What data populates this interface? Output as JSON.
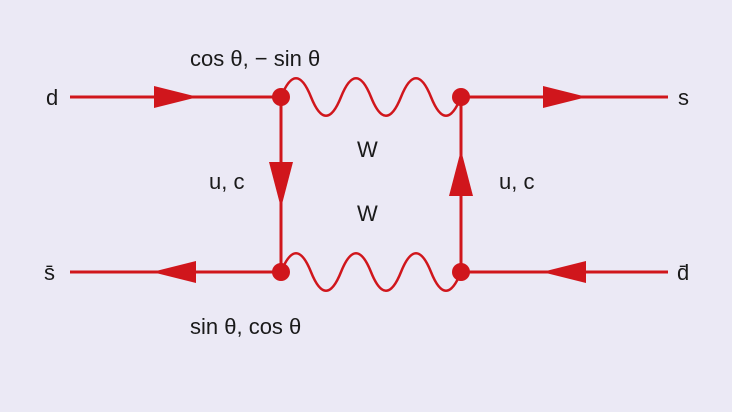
{
  "diagram": {
    "title": "Box diagram for K0 mixing",
    "colors": {
      "background": "#ebe9f5",
      "line": "#d0161c",
      "text": "#1a1a1a"
    },
    "labels": {
      "d_in": "d",
      "s_out": "s",
      "sbar_out": "s̄",
      "dbar_in": "d̄",
      "top_vertex_coupling": "cos θ, − sin θ",
      "bottom_vertex_coupling": "sin θ, cos θ",
      "left_quark": "u, c",
      "right_quark": "u, c",
      "top_boson": "W",
      "bottom_boson": "W"
    }
  }
}
